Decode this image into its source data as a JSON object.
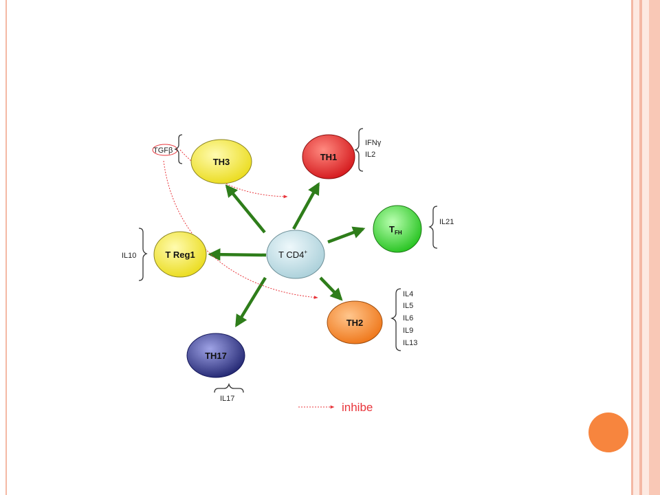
{
  "nodes": {
    "center": "T CD4",
    "center_sup": "+",
    "th1": "TH1",
    "th3": "TH3",
    "tfh_main": "T",
    "tfh_sub": "FH",
    "treg1": "T Reg1",
    "th2": "TH2",
    "th17": "TH17"
  },
  "cytokines": {
    "th1": [
      "IFNγ",
      "IL2"
    ],
    "th3": "TGFβ",
    "tfh": "IL21",
    "treg1": "IL10",
    "th2": [
      "IL4",
      "IL5",
      "IL6",
      "IL9",
      "IL13"
    ],
    "th17": "IL17"
  },
  "legend": {
    "label": "inhibe"
  },
  "colors": {
    "arrow_green": "#2e7d1a",
    "inhibit_red": "#e8343a",
    "center": "#c9e3ea",
    "th1": "#e52a2a",
    "th3": "#f3e631",
    "tfh": "#3ee13c",
    "treg1": "#f3e631",
    "th2": "#f68a2d",
    "th17": "#2a2f8c",
    "accent_dot": "#f7853e"
  }
}
